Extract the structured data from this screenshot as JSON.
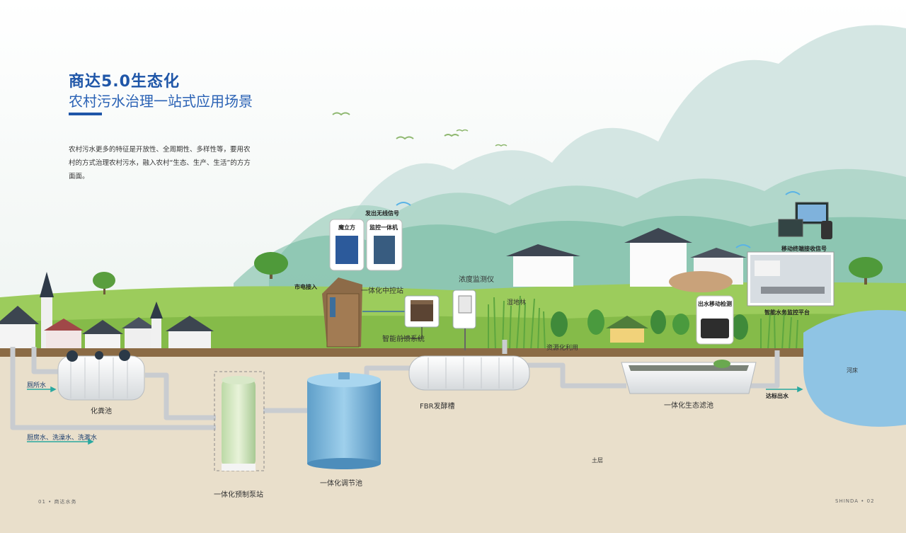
{
  "header": {
    "title": "商达5.0生态化",
    "subtitle": "农村污水治理一站式应用场景"
  },
  "description": "农村污水更多的特征是开放性、全周期性、多样性等，要用农村的方式治理农村污水，融入农村“生态、生产、生活”的方方面面。",
  "labels": {
    "septic_tank": "化粪池",
    "pump_station": "一体化预制泵站",
    "regulating_tank": "一体化调节池",
    "fbr_tank": "FBR发酵槽",
    "eco_filter": "一体化生态滤池",
    "control_station": "一体化中控站",
    "front_system": "智能前馈系统",
    "concentration_meter": "浓度监测仪",
    "wetland": "湿地林",
    "resource_use": "资源化利用",
    "soil": "土层",
    "river": "河床",
    "power_in": "市电接入",
    "outlet_label": "达标出水",
    "toilet_water": "厕所水",
    "kitchen_water": "厨房水、洗澡水、洗漱水",
    "wireless_signal": "发出无线信号",
    "cube_unit": "魔立方",
    "monitor_unit": "监控一体机",
    "water_quality": "出水移动检测",
    "mobile_terminal": "移动终端接收信号",
    "monitor_platform": "智能水务监控平台"
  },
  "footer": {
    "left": "01 • 商达水务",
    "right": "SHINDA • 02"
  },
  "colors": {
    "title_blue": "#1f56a8",
    "soil": "#e9dfcb",
    "topsoil": "#8b6b45",
    "grass": "#8cc152",
    "water": "#8fc4e4",
    "pipe": "#c9ccd0",
    "arrow": "#2aa8a0"
  }
}
